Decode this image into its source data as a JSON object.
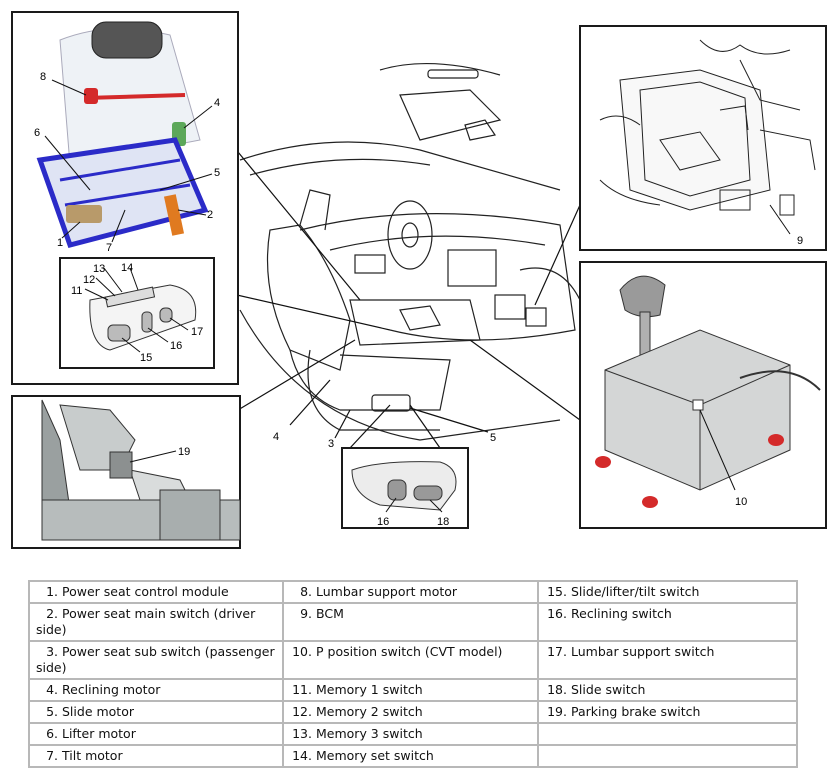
{
  "diagram": {
    "callouts": {
      "n1": "1",
      "n2": "2",
      "n3": "3",
      "n4a": "4",
      "n4b": "4",
      "n5a": "5",
      "n5b": "5",
      "n6": "6",
      "n7": "7",
      "n8": "8",
      "n9": "9",
      "n10": "10",
      "n11": "11",
      "n12": "12",
      "n13": "13",
      "n14": "14",
      "n15": "15",
      "n16a": "16",
      "n16b": "16",
      "n17": "17",
      "n18": "18",
      "n19": "19"
    },
    "colors": {
      "frame": "#1a1a1a",
      "seat_frame": "#2b2bc8",
      "red_part": "#d42a2a",
      "green_part": "#5ca85a",
      "orange_part": "#e07a20",
      "tan_part": "#b89a6a",
      "metal": "#c8c8c8"
    }
  },
  "legend": {
    "rows": [
      [
        {
          "num": "1.",
          "text": "Power seat control module"
        },
        {
          "num": "8.",
          "text": "Lumbar support motor"
        },
        {
          "num": "15.",
          "text": "Slide/lifter/tilt switch"
        }
      ],
      [
        {
          "num": "2.",
          "text": "Power seat main switch (driver side)"
        },
        {
          "num": "9.",
          "text": "BCM"
        },
        {
          "num": "16.",
          "text": "Reclining switch"
        }
      ],
      [
        {
          "num": "3.",
          "text": "Power seat sub switch (passenger side)"
        },
        {
          "num": "10.",
          "text": "P position switch (CVT model)"
        },
        {
          "num": "17.",
          "text": "Lumbar support switch"
        }
      ],
      [
        {
          "num": "4.",
          "text": "Reclining motor"
        },
        {
          "num": "11.",
          "text": "Memory 1 switch"
        },
        {
          "num": "18.",
          "text": "Slide switch"
        }
      ],
      [
        {
          "num": "5.",
          "text": "Slide motor"
        },
        {
          "num": "12.",
          "text": "Memory 2 switch"
        },
        {
          "num": "19.",
          "text": "Parking brake switch"
        }
      ],
      [
        {
          "num": "6.",
          "text": "Lifter motor"
        },
        {
          "num": "13.",
          "text": "Memory 3 switch"
        },
        {
          "num": "",
          "text": ""
        }
      ],
      [
        {
          "num": "7.",
          "text": "Tilt motor"
        },
        {
          "num": "14.",
          "text": "Memory set switch"
        },
        {
          "num": "",
          "text": ""
        }
      ]
    ]
  }
}
